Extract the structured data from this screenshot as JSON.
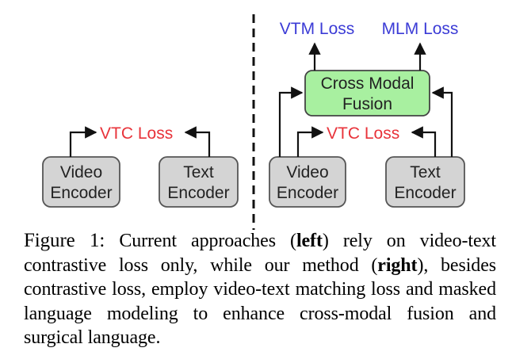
{
  "colors": {
    "encoder_fill": "#d4d4d4",
    "encoder_stroke": "#555555",
    "fusion_fill": "#a8f0a0",
    "fusion_stroke": "#444444",
    "vtc_red": "#e8333a",
    "loss_blue": "#3b3bd6",
    "arrow": "#111111"
  },
  "left": {
    "video_encoder": [
      "Video",
      "Encoder"
    ],
    "text_encoder": [
      "Text",
      "Encoder"
    ],
    "vtc_loss": "VTC Loss"
  },
  "right": {
    "video_encoder": [
      "Video",
      "Encoder"
    ],
    "text_encoder": [
      "Text",
      "Encoder"
    ],
    "vtc_loss": "VTC Loss",
    "fusion": [
      "Cross Modal",
      "Fusion"
    ],
    "vtm_loss": "VTM Loss",
    "mlm_loss": "MLM Loss"
  },
  "caption": {
    "figure_label": "Figure 1:",
    "part1": " Current approaches (",
    "bold1": "left",
    "part2": ") rely on video-text contrastive loss only, while our method (",
    "bold2": "right",
    "part3": "), besides contrastive loss, employ video-text matching loss and masked language modeling to enhance cross-modal fusion and surgical language."
  }
}
